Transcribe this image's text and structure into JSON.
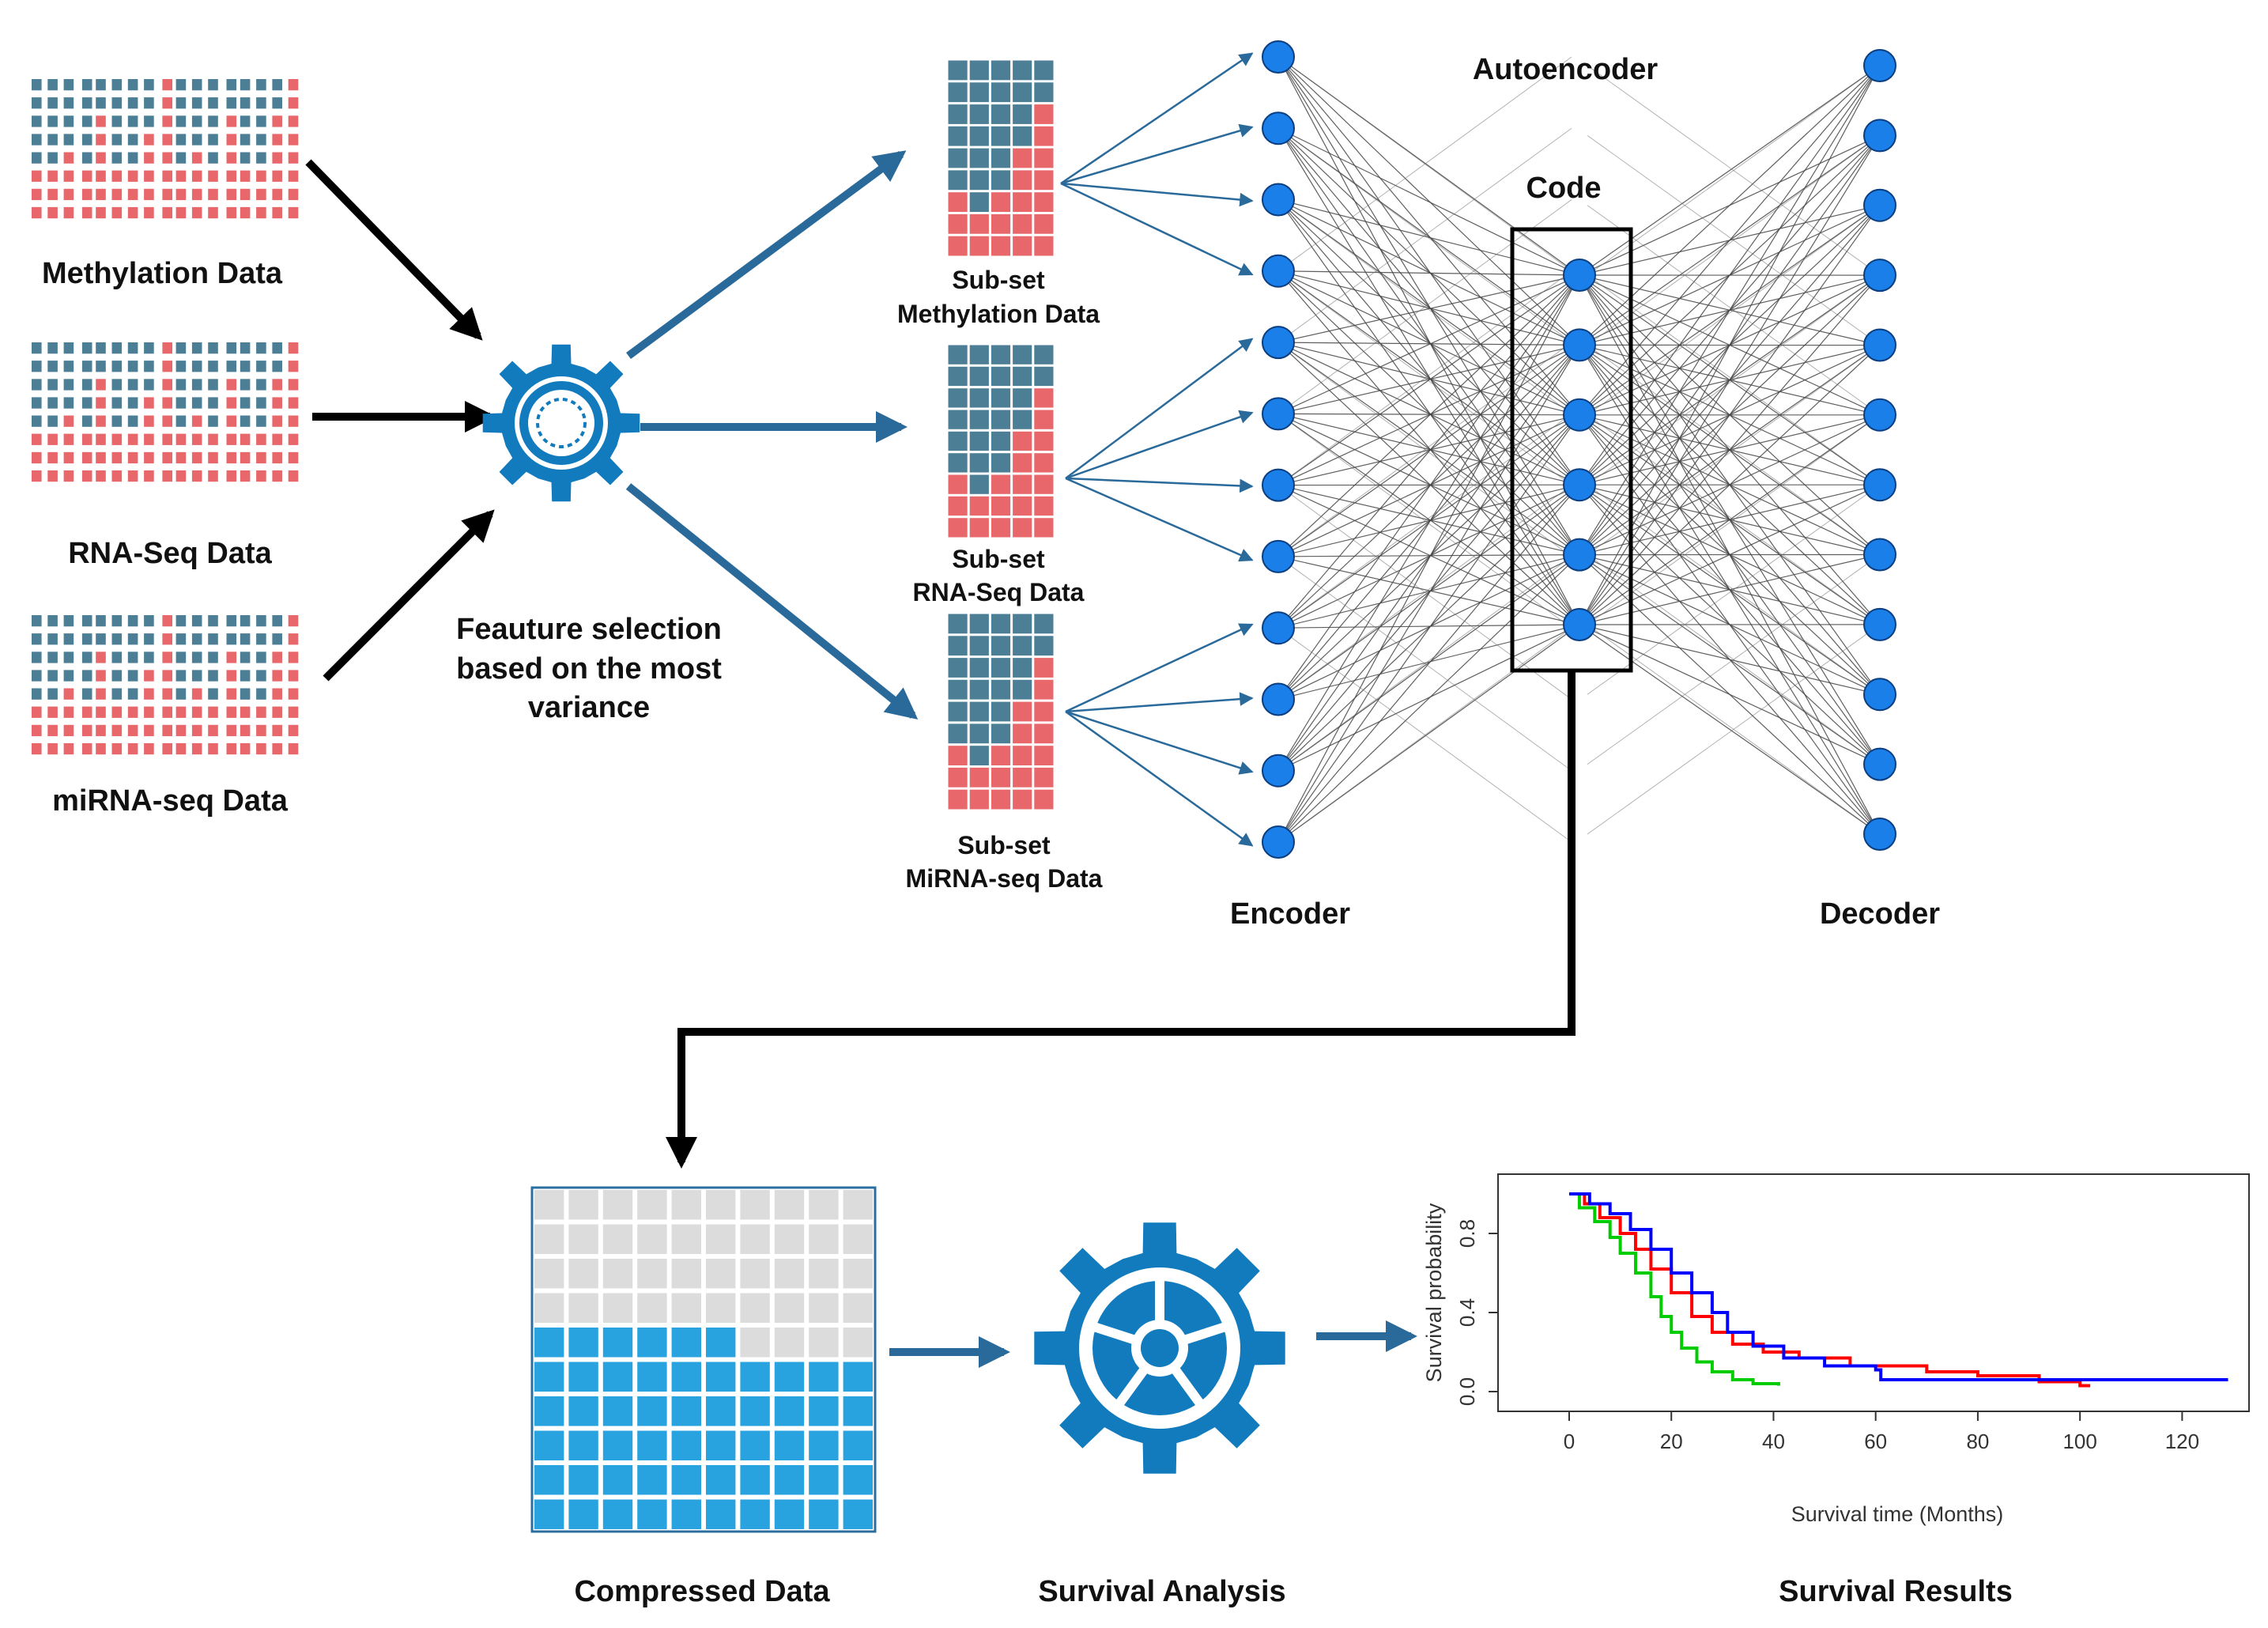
{
  "inputs": [
    {
      "label": "Methylation Data"
    },
    {
      "label": "RNA-Seq Data"
    },
    {
      "label": "miRNA-seq Data"
    }
  ],
  "feature_selection": {
    "label_lines": [
      "Feauture selection",
      "based on the most",
      "variance"
    ]
  },
  "subsets": [
    {
      "label_lines": [
        "Sub-set",
        "Methylation Data"
      ]
    },
    {
      "label_lines": [
        "Sub-set",
        "RNA-Seq Data"
      ]
    },
    {
      "label_lines": [
        "Sub-set",
        "MiRNA-seq Data"
      ]
    }
  ],
  "autoencoder": {
    "title": "Autoencoder",
    "code_label": "Code",
    "encoder_label": "Encoder",
    "decoder_label": "Decoder",
    "encoder_nodes": 12,
    "code_nodes": 6,
    "decoder_nodes": 12
  },
  "bottom": {
    "compressed_label": "Compressed Data",
    "analysis_label": "Survival Analysis",
    "results_label": "Survival Results"
  },
  "colors": {
    "teal": "#4c7f95",
    "salmon": "#e8676a",
    "arrow_blue": "#2a6a9a",
    "node_blue": "#1a7fe8",
    "gear_blue": "#127bbd",
    "cell_blue": "#29a3e0",
    "cell_gray": "#dcdcdc",
    "curve_red": "#ff0000",
    "curve_green": "#00cc00",
    "curve_blue": "#0000ff"
  },
  "chart_data": {
    "type": "line",
    "xlabel": "Survival time (Months)",
    "ylabel": "Survival probability",
    "xlim": [
      0,
      130
    ],
    "ylim": [
      0,
      1
    ],
    "x_ticks": [
      "0",
      "20",
      "40",
      "60",
      "80",
      "100",
      "120"
    ],
    "y_ticks": [
      "0.0",
      "0.4",
      "0.8"
    ],
    "series": [
      {
        "color": "#00cc00",
        "x": [
          0,
          2,
          5,
          8,
          10,
          13,
          16,
          18,
          20,
          22,
          25,
          28,
          32,
          36,
          41
        ],
        "y": [
          1.0,
          0.93,
          0.86,
          0.78,
          0.7,
          0.6,
          0.48,
          0.38,
          0.3,
          0.22,
          0.15,
          0.1,
          0.06,
          0.04,
          0.03
        ]
      },
      {
        "color": "#ff0000",
        "x": [
          0,
          3,
          6,
          10,
          13,
          16,
          20,
          24,
          28,
          32,
          38,
          45,
          55,
          70,
          80,
          92,
          100,
          102
        ],
        "y": [
          1.0,
          0.95,
          0.88,
          0.8,
          0.72,
          0.62,
          0.5,
          0.38,
          0.3,
          0.24,
          0.2,
          0.17,
          0.13,
          0.1,
          0.08,
          0.05,
          0.03,
          0.03
        ]
      },
      {
        "color": "#0000ff",
        "x": [
          0,
          4,
          8,
          12,
          16,
          20,
          24,
          28,
          31,
          36,
          42,
          50,
          60,
          61,
          80,
          100,
          125,
          129
        ],
        "y": [
          1.0,
          0.95,
          0.9,
          0.82,
          0.72,
          0.6,
          0.5,
          0.4,
          0.3,
          0.23,
          0.17,
          0.13,
          0.11,
          0.06,
          0.06,
          0.06,
          0.06,
          0.06
        ]
      }
    ]
  }
}
